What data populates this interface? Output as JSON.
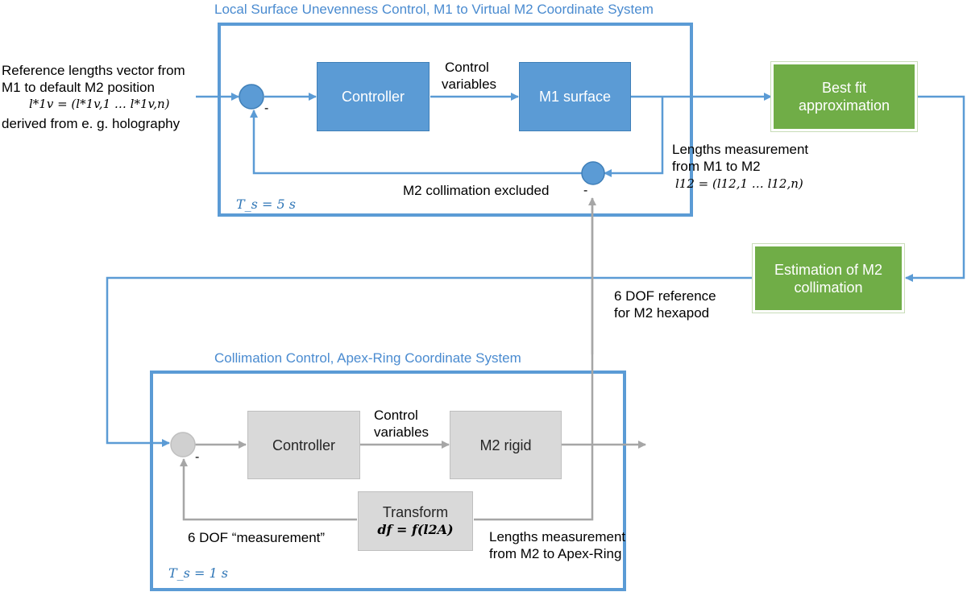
{
  "top_section": {
    "title": "Local Surface Unevenness Control, M1 to Virtual M2 Coordinate System",
    "ts": "T_s = 5 s",
    "controller": "Controller",
    "control_variables_line1": "Control",
    "control_variables_line2": "variables",
    "m1_surface": "M1 surface",
    "feedback_label": "M2 collimation excluded",
    "minus_sign": "-"
  },
  "input_label": {
    "line1": "Reference lengths vector from",
    "line2": "M1 to default M2 position",
    "line3": "l*1v = (l*1v,1   …   l*1v,n)",
    "line4": "derived from e. g. holography"
  },
  "measurement_label": {
    "line1": "Lengths measurement",
    "line2": "from M1 to M2",
    "line3": "l12 = (l12,1   …   l12,n)"
  },
  "best_fit": {
    "line1": "Best fit",
    "line2": "approximation"
  },
  "estimation": {
    "line1": "Estimation of M2",
    "line2": "collimation"
  },
  "dof_reference": {
    "line1": "6 DOF reference",
    "line2": "for M2 hexapod"
  },
  "bottom_section": {
    "title": "Collimation Control, Apex-Ring Coordinate System",
    "ts": "T_s = 1 s",
    "controller": "Controller",
    "control_variables_line1": "Control",
    "control_variables_line2": "variables",
    "m2_rigid": "M2 rigid",
    "transform_line1": "Transform",
    "transform_line2": "df = f(l2A)",
    "dof_measurement": "6 DOF “measurement”",
    "lengths_line1": "Lengths measurement",
    "lengths_line2": "from M2 to Apex-Ring",
    "minus_sign": "-"
  },
  "colors": {
    "blue_line": "#5b9bd5",
    "blue_frame": "#5b9bd5",
    "green_block": "#70ad47",
    "gray_block": "#d9d9d9",
    "gray_line": "#a6a6a6"
  }
}
